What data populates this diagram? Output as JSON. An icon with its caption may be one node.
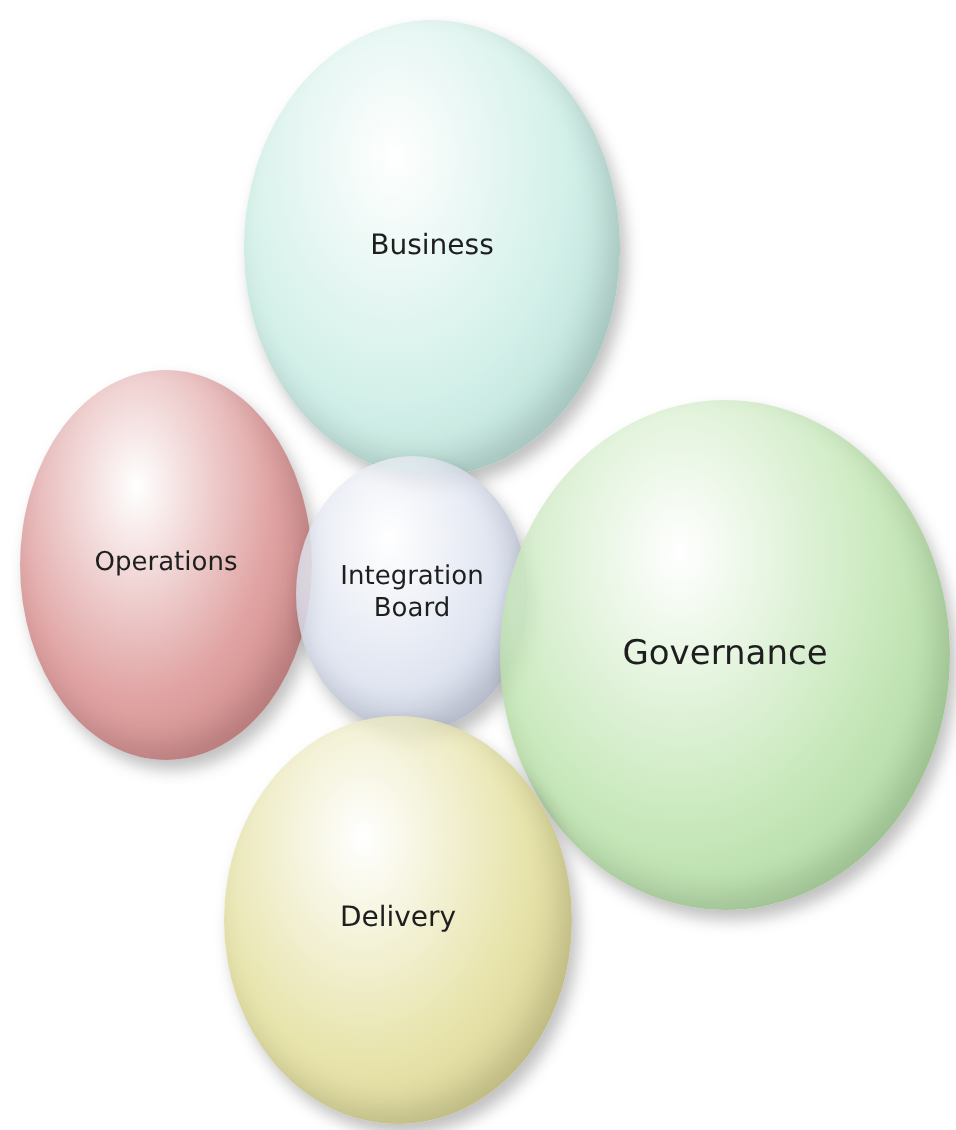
{
  "diagram": {
    "nodes": [
      {
        "text": [
          "Business"
        ]
      },
      {
        "text": [
          "Operations"
        ]
      },
      {
        "text": [
          "Integration Board"
        ]
      },
      {
        "text": [
          "Governance"
        ]
      },
      {
        "text": [
          "Delivery"
        ]
      }
    ]
  }
}
